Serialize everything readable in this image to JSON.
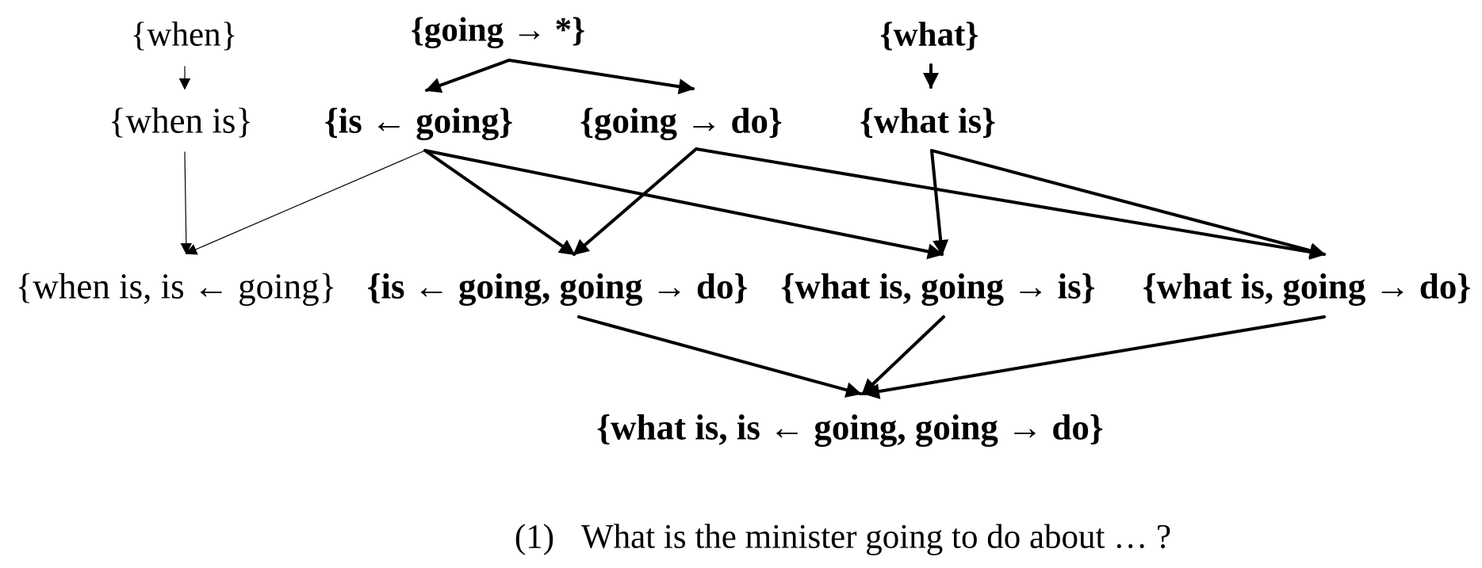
{
  "diagram": {
    "nodes": {
      "when": "{when}",
      "going_star": "{going → *}",
      "what": "{what}",
      "when_is": "{when is}",
      "is_going": "{is ← going}",
      "going_do": "{going → do}",
      "what_is": "{what is}",
      "when_is_is_going": "{when is, is ← going}",
      "is_going_going_do": "{is ← going, going → do}",
      "what_is_going_is": "{what is, going → is}",
      "what_is_going_do": "{what is, going → do}",
      "final": "{what is, is ← going, going → do}"
    },
    "edges": [
      {
        "from": "when",
        "to": "when_is",
        "style": "thin"
      },
      {
        "from": "going_star",
        "to": "is_going",
        "style": "bold"
      },
      {
        "from": "going_star",
        "to": "going_do",
        "style": "bold"
      },
      {
        "from": "what",
        "to": "what_is",
        "style": "bold"
      },
      {
        "from": "when_is",
        "to": "when_is_is_going",
        "style": "thin"
      },
      {
        "from": "is_going",
        "to": "when_is_is_going",
        "style": "thin"
      },
      {
        "from": "is_going",
        "to": "is_going_going_do",
        "style": "bold"
      },
      {
        "from": "is_going",
        "to": "what_is_going_is",
        "style": "bold"
      },
      {
        "from": "going_do",
        "to": "is_going_going_do",
        "style": "bold"
      },
      {
        "from": "going_do",
        "to": "what_is_going_do",
        "style": "bold"
      },
      {
        "from": "what_is",
        "to": "what_is_going_is",
        "style": "bold"
      },
      {
        "from": "what_is",
        "to": "what_is_going_do",
        "style": "bold"
      },
      {
        "from": "is_going_going_do",
        "to": "final",
        "style": "bold"
      },
      {
        "from": "what_is_going_is",
        "to": "final",
        "style": "bold"
      },
      {
        "from": "what_is_going_do",
        "to": "final",
        "style": "bold"
      }
    ]
  },
  "caption": {
    "number": "(1)",
    "text": "What is the minister going to do about … ?"
  }
}
